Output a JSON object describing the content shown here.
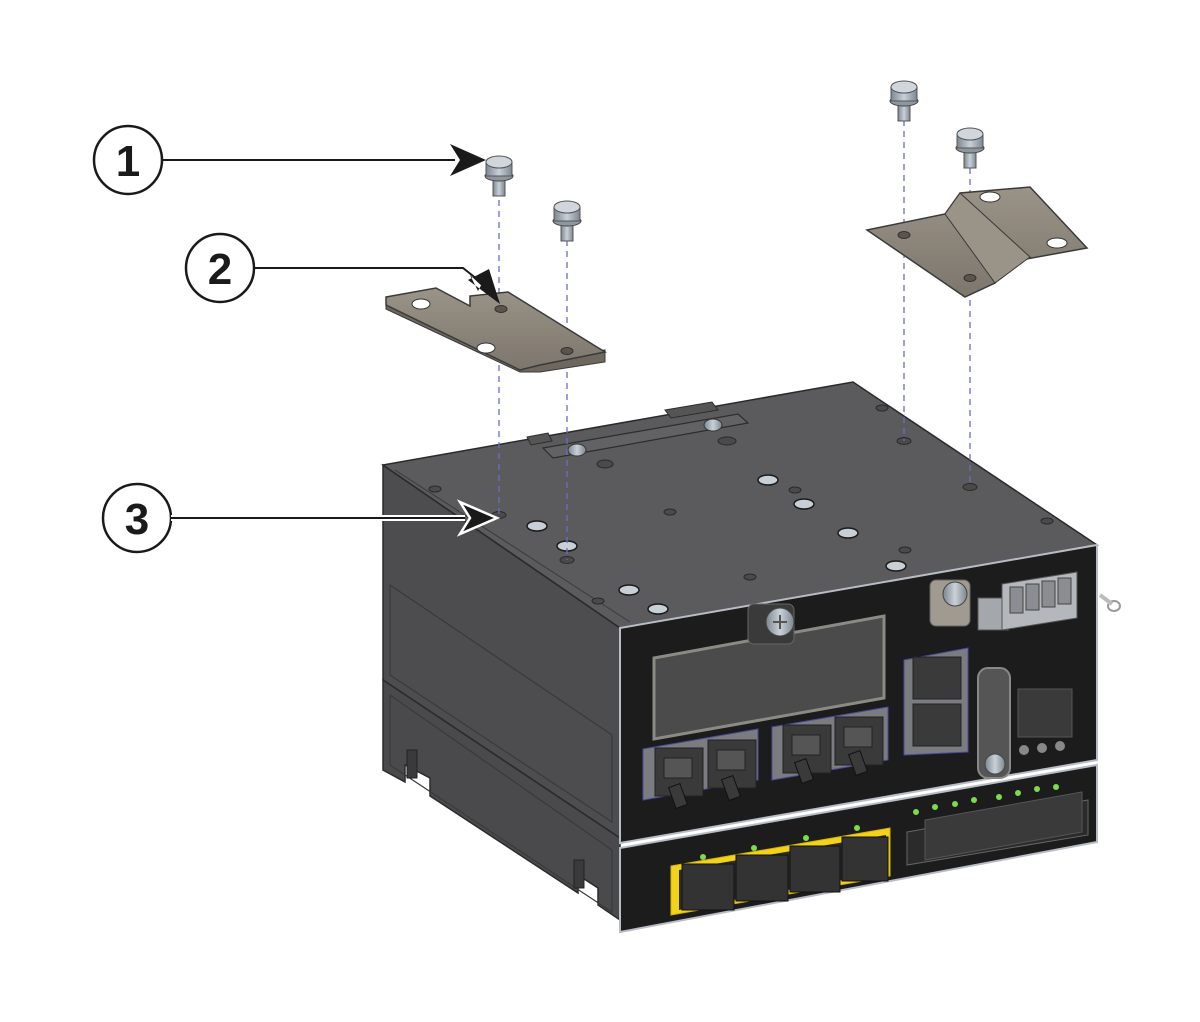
{
  "diagram": {
    "type": "exploded-view-installation",
    "colors": {
      "background": "#ffffff",
      "chassis_top": "#5a5a5c",
      "chassis_side": "#4a4a4c",
      "front_panel": "#1c1c1c",
      "bracket": "#8a8378",
      "screw": "#a8b0b8",
      "guide_line": "#6b6bc8",
      "sfp_highlight": "#f2d21a",
      "led_green": "#7ddc4a"
    },
    "callouts": [
      {
        "number": "1",
        "target": "mounting-screw"
      },
      {
        "number": "2",
        "target": "mounting-bracket"
      },
      {
        "number": "3",
        "target": "chassis-screw-hole"
      }
    ],
    "parts": {
      "screws": 4,
      "brackets": 2,
      "front_rj45_ports": 4,
      "console_ports": 2,
      "sfp_ports": 4,
      "power_terminal_pins": 4,
      "alarm_terminal_pins": 10
    }
  }
}
